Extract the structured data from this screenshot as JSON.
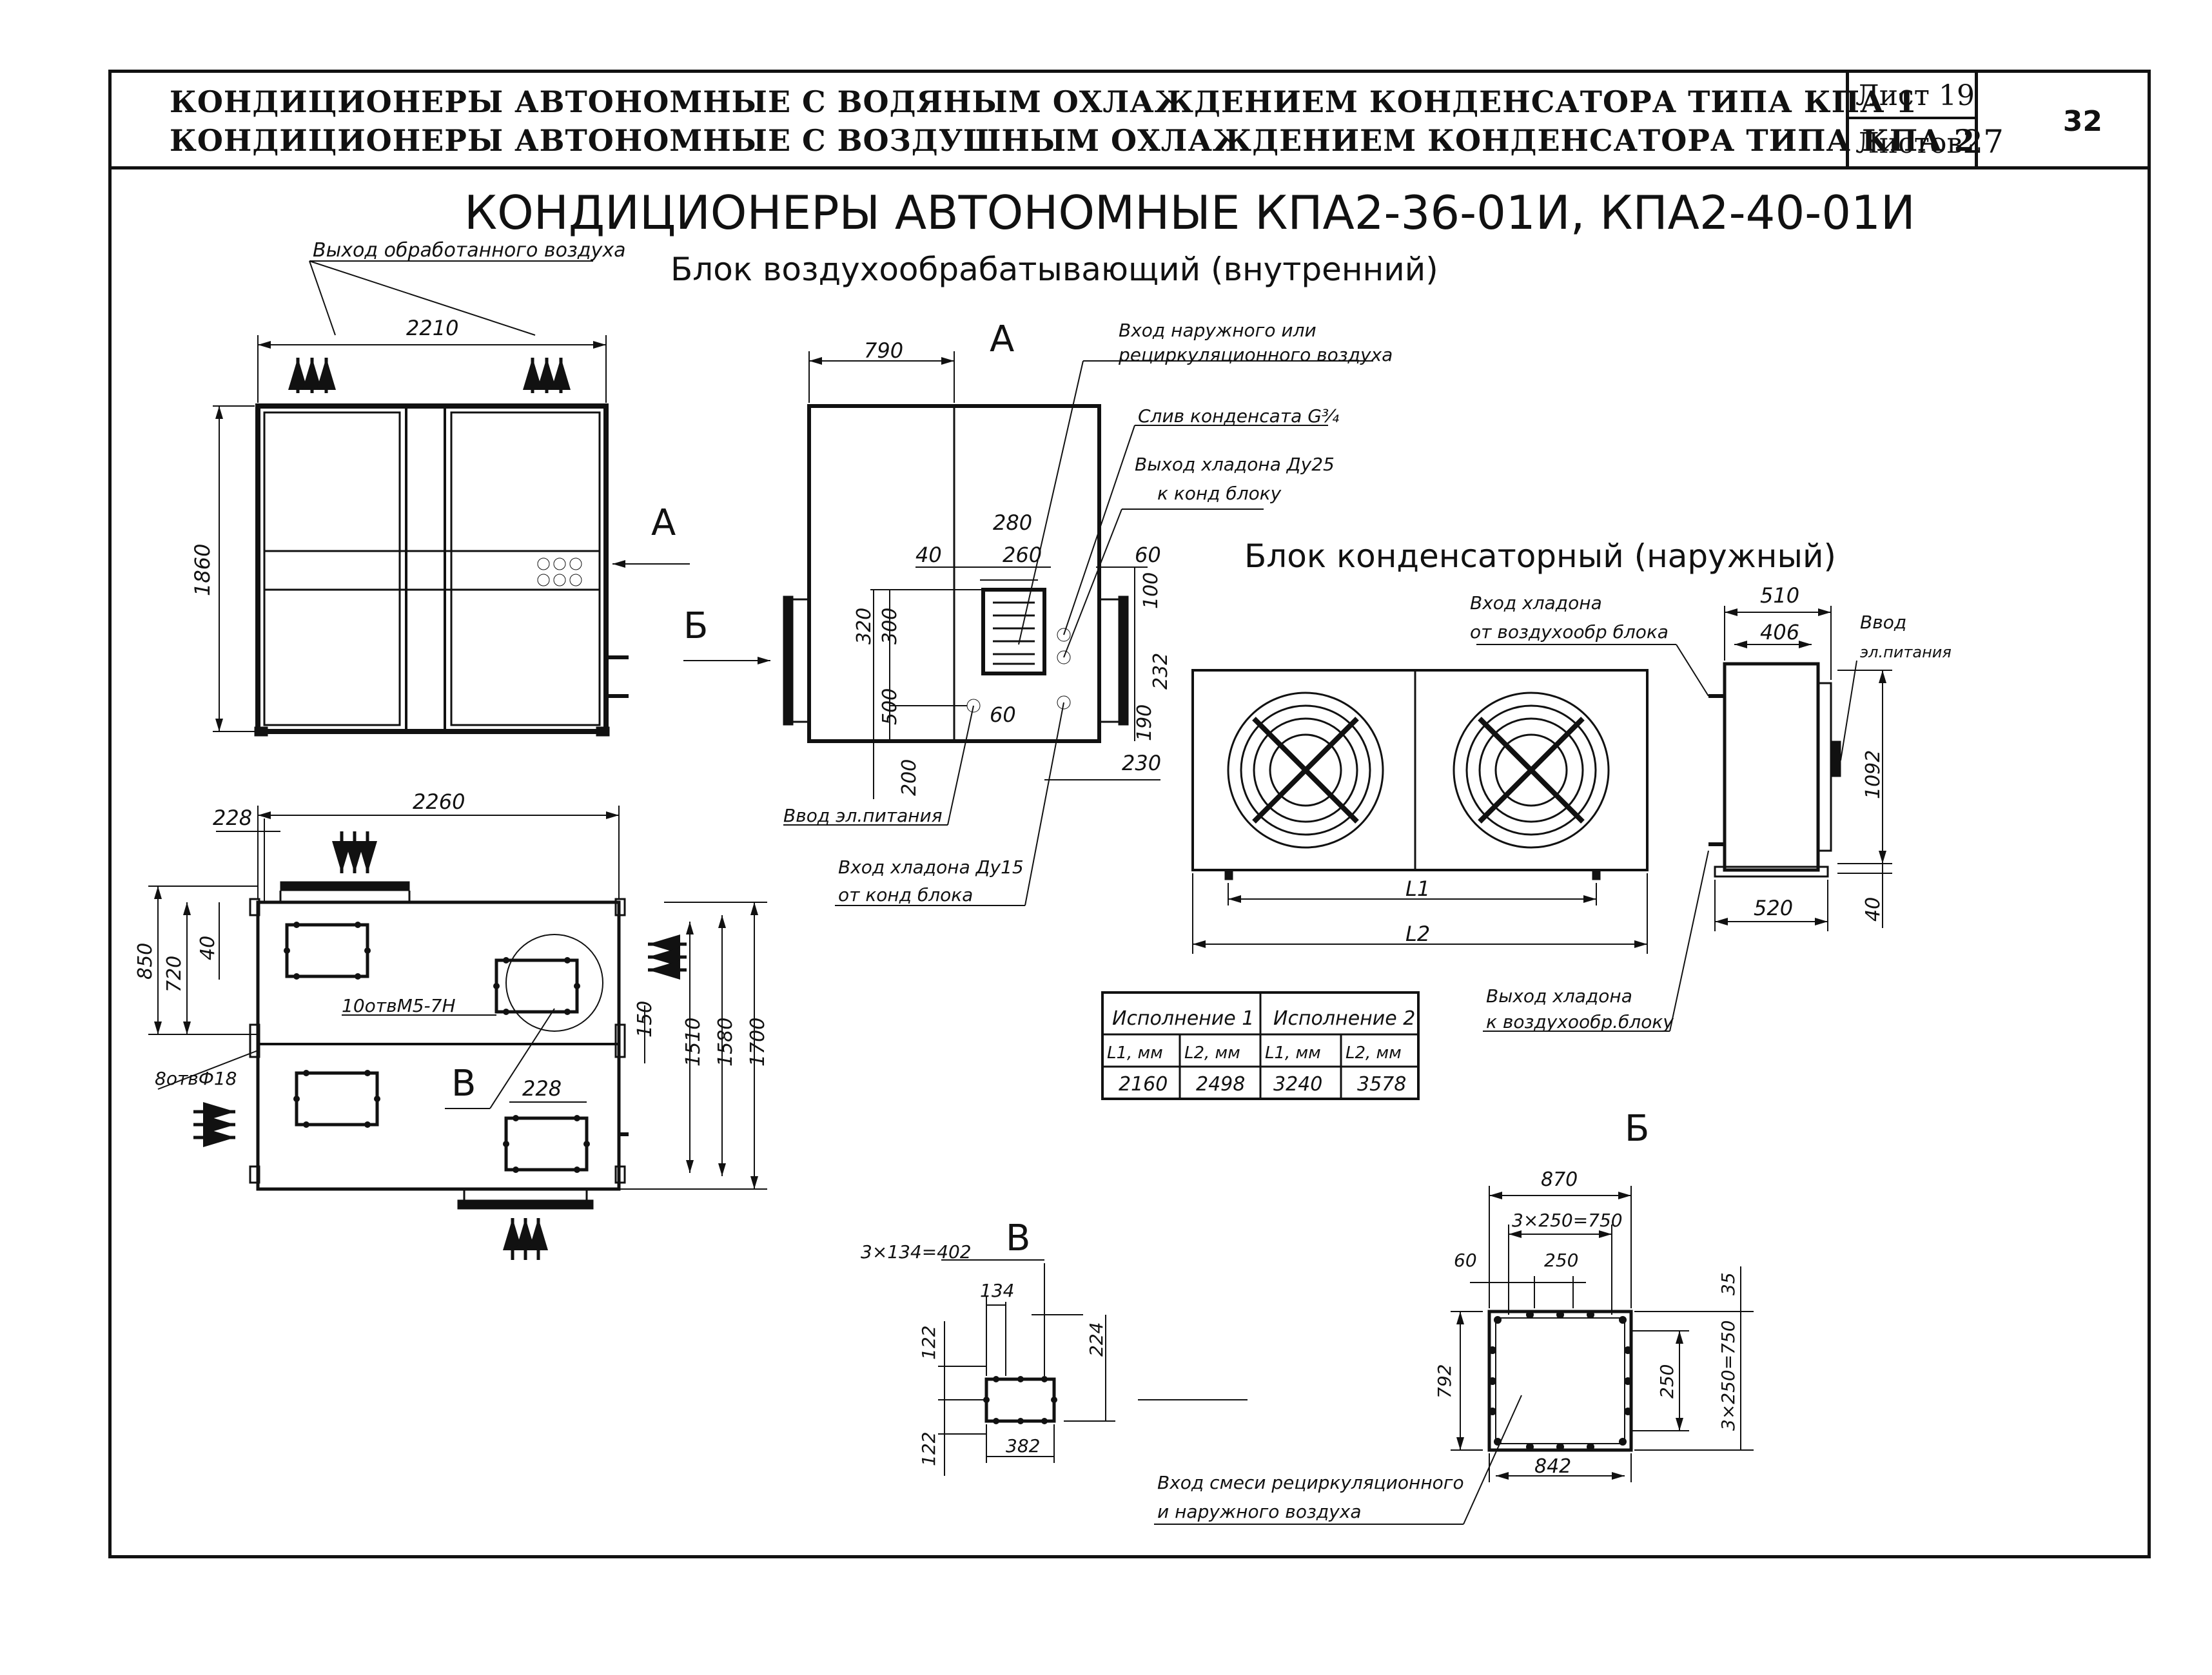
{
  "header": {
    "line1": "КОНДИЦИОНЕРЫ АВТОНОМНЫЕ С ВОДЯНЫМ ОХЛАЖДЕНИЕМ КОНДЕНСАТОРА ТИПА КПА 1",
    "line2": "КОНДИЦИОНЕРЫ АВТОНОМНЫЕ С ВОЗДУШНЫМ ОХЛАЖДЕНИЕМ КОНДЕНСАТОРА ТИПА КПА 2",
    "sheet_label": "Лист 19",
    "sheets_label": "Листов",
    "sheets_total": "27",
    "page_number": "32"
  },
  "drawing": {
    "title": "КОНДИЦИОНЕРЫ АВТОНОМНЫЕ КПА2-36-01И, КПА2-40-01И",
    "indoor_unit_title": "Блок воздухообрабатывающий (внутренний)",
    "outdoor_unit_title": "Блок конденсаторный (наружный)",
    "view_labels": {
      "a": "А",
      "b": "Б",
      "v": "В"
    },
    "annotations": {
      "treated_air_out": "Выход обработанного воздуха",
      "outdoor_air_in_1": "Вход наружного или",
      "outdoor_air_in_2": "рециркуляционного воздуха",
      "condensate_drain": "Слив конденсата G¾",
      "refrigerant_out_1": "Выход хладона Ду25",
      "refrigerant_out_2": "к конд блоку",
      "power_in": "Ввод эл.питания",
      "refrigerant_in_1": "Вход хладона Ду15",
      "refrigerant_in_2": "от конд блока",
      "holes_m5": "10отвМ5-7Н",
      "holes_d18": "8отвФ18",
      "cond_refrigerant_in_1": "Вход хладона",
      "cond_refrigerant_in_2": "от воздухообр блока",
      "cond_power_1": "Ввод",
      "cond_power_2": "эл.питания",
      "cond_refrigerant_out_1": "Выход хладона",
      "cond_refrigerant_out_2": "к воздухообр.блоку",
      "mix_air_in_1": "Вход смеси рециркуляционного",
      "mix_air_in_2": "и наружного воздуха",
      "l1": "L1",
      "l2": "L2"
    },
    "dimensions": {
      "front_width": "2210",
      "front_height": "1860",
      "side_width": "790",
      "d280": "280",
      "d260": "260",
      "d40": "40",
      "d60a": "60",
      "d320": "320",
      "d300": "300",
      "d500": "500",
      "d60b": "60",
      "d200": "200",
      "d100": "100",
      "d232": "232",
      "d190": "190",
      "d230": "230",
      "plan_width": "2260",
      "d228a": "228",
      "d850": "850",
      "d720": "720",
      "d40b": "40",
      "d150": "150",
      "d1510": "1510",
      "d1580": "1580",
      "d1700": "1700",
      "d228b": "228",
      "cond_d510": "510",
      "cond_d406": "406",
      "cond_d1092": "1092",
      "cond_d520": "520",
      "cond_d40": "40",
      "v_total": "3×134=402",
      "v_pitch": "134",
      "v_d122a": "122",
      "v_d122b": "122",
      "v_d224": "224",
      "v_d382": "382",
      "b_d870": "870",
      "b_d750": "3×250=750",
      "b_d60": "60",
      "b_d250a": "250",
      "b_d35": "35",
      "b_d792": "792",
      "b_d250b": "250",
      "b_d750v": "3×250=750",
      "b_d842": "842"
    },
    "versions_table": {
      "headers": [
        "Исполнение 1",
        "Исполнение 2"
      ],
      "subheaders": [
        "L1, мм",
        "L2, мм",
        "L1, мм",
        "L2, мм"
      ],
      "values": [
        "2160",
        "2498",
        "3240",
        "3578"
      ]
    }
  }
}
